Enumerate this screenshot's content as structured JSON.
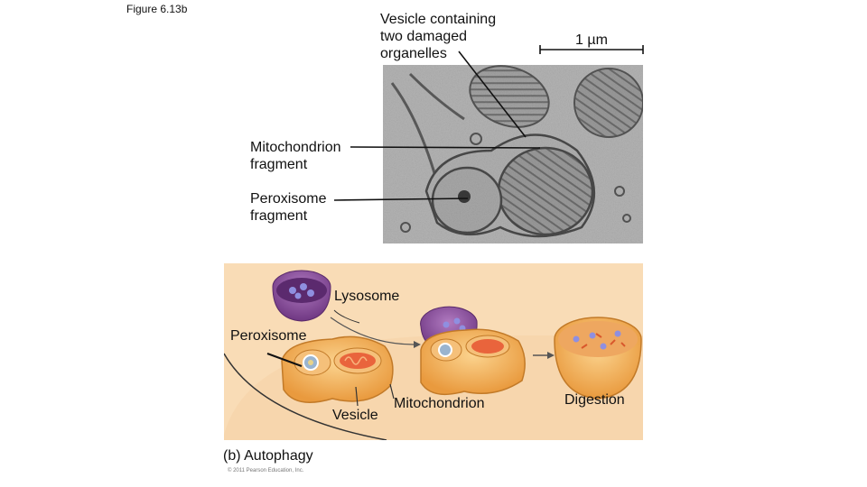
{
  "figure_label": "Figure 6.13b",
  "micrograph": {
    "vesicle_label": [
      "Vesicle containing",
      "two damaged",
      "organelles"
    ],
    "scale_bar_label": "1 µm",
    "mitochondrion_fragment_label": [
      "Mitochondrion",
      "fragment"
    ],
    "peroxisome_fragment_label": [
      "Peroxisome",
      "fragment"
    ]
  },
  "diagram": {
    "lysosome_label": "Lysosome",
    "peroxisome_label": "Peroxisome",
    "vesicle_label": "Vesicle",
    "mitochondrion_label": "Mitochondrion",
    "digestion_label": "Digestion",
    "caption": "(b) Autophagy",
    "copyright": "© 2011 Pearson Education, Inc."
  },
  "colors": {
    "panel_bg": "#f7d6ad",
    "vesicle_fill": "#f3b35c",
    "lysosome_fill": "#8b4f9e",
    "mitochondrion_fill": "#e9643c",
    "peroxisome_fill": "#9ab4cf"
  }
}
